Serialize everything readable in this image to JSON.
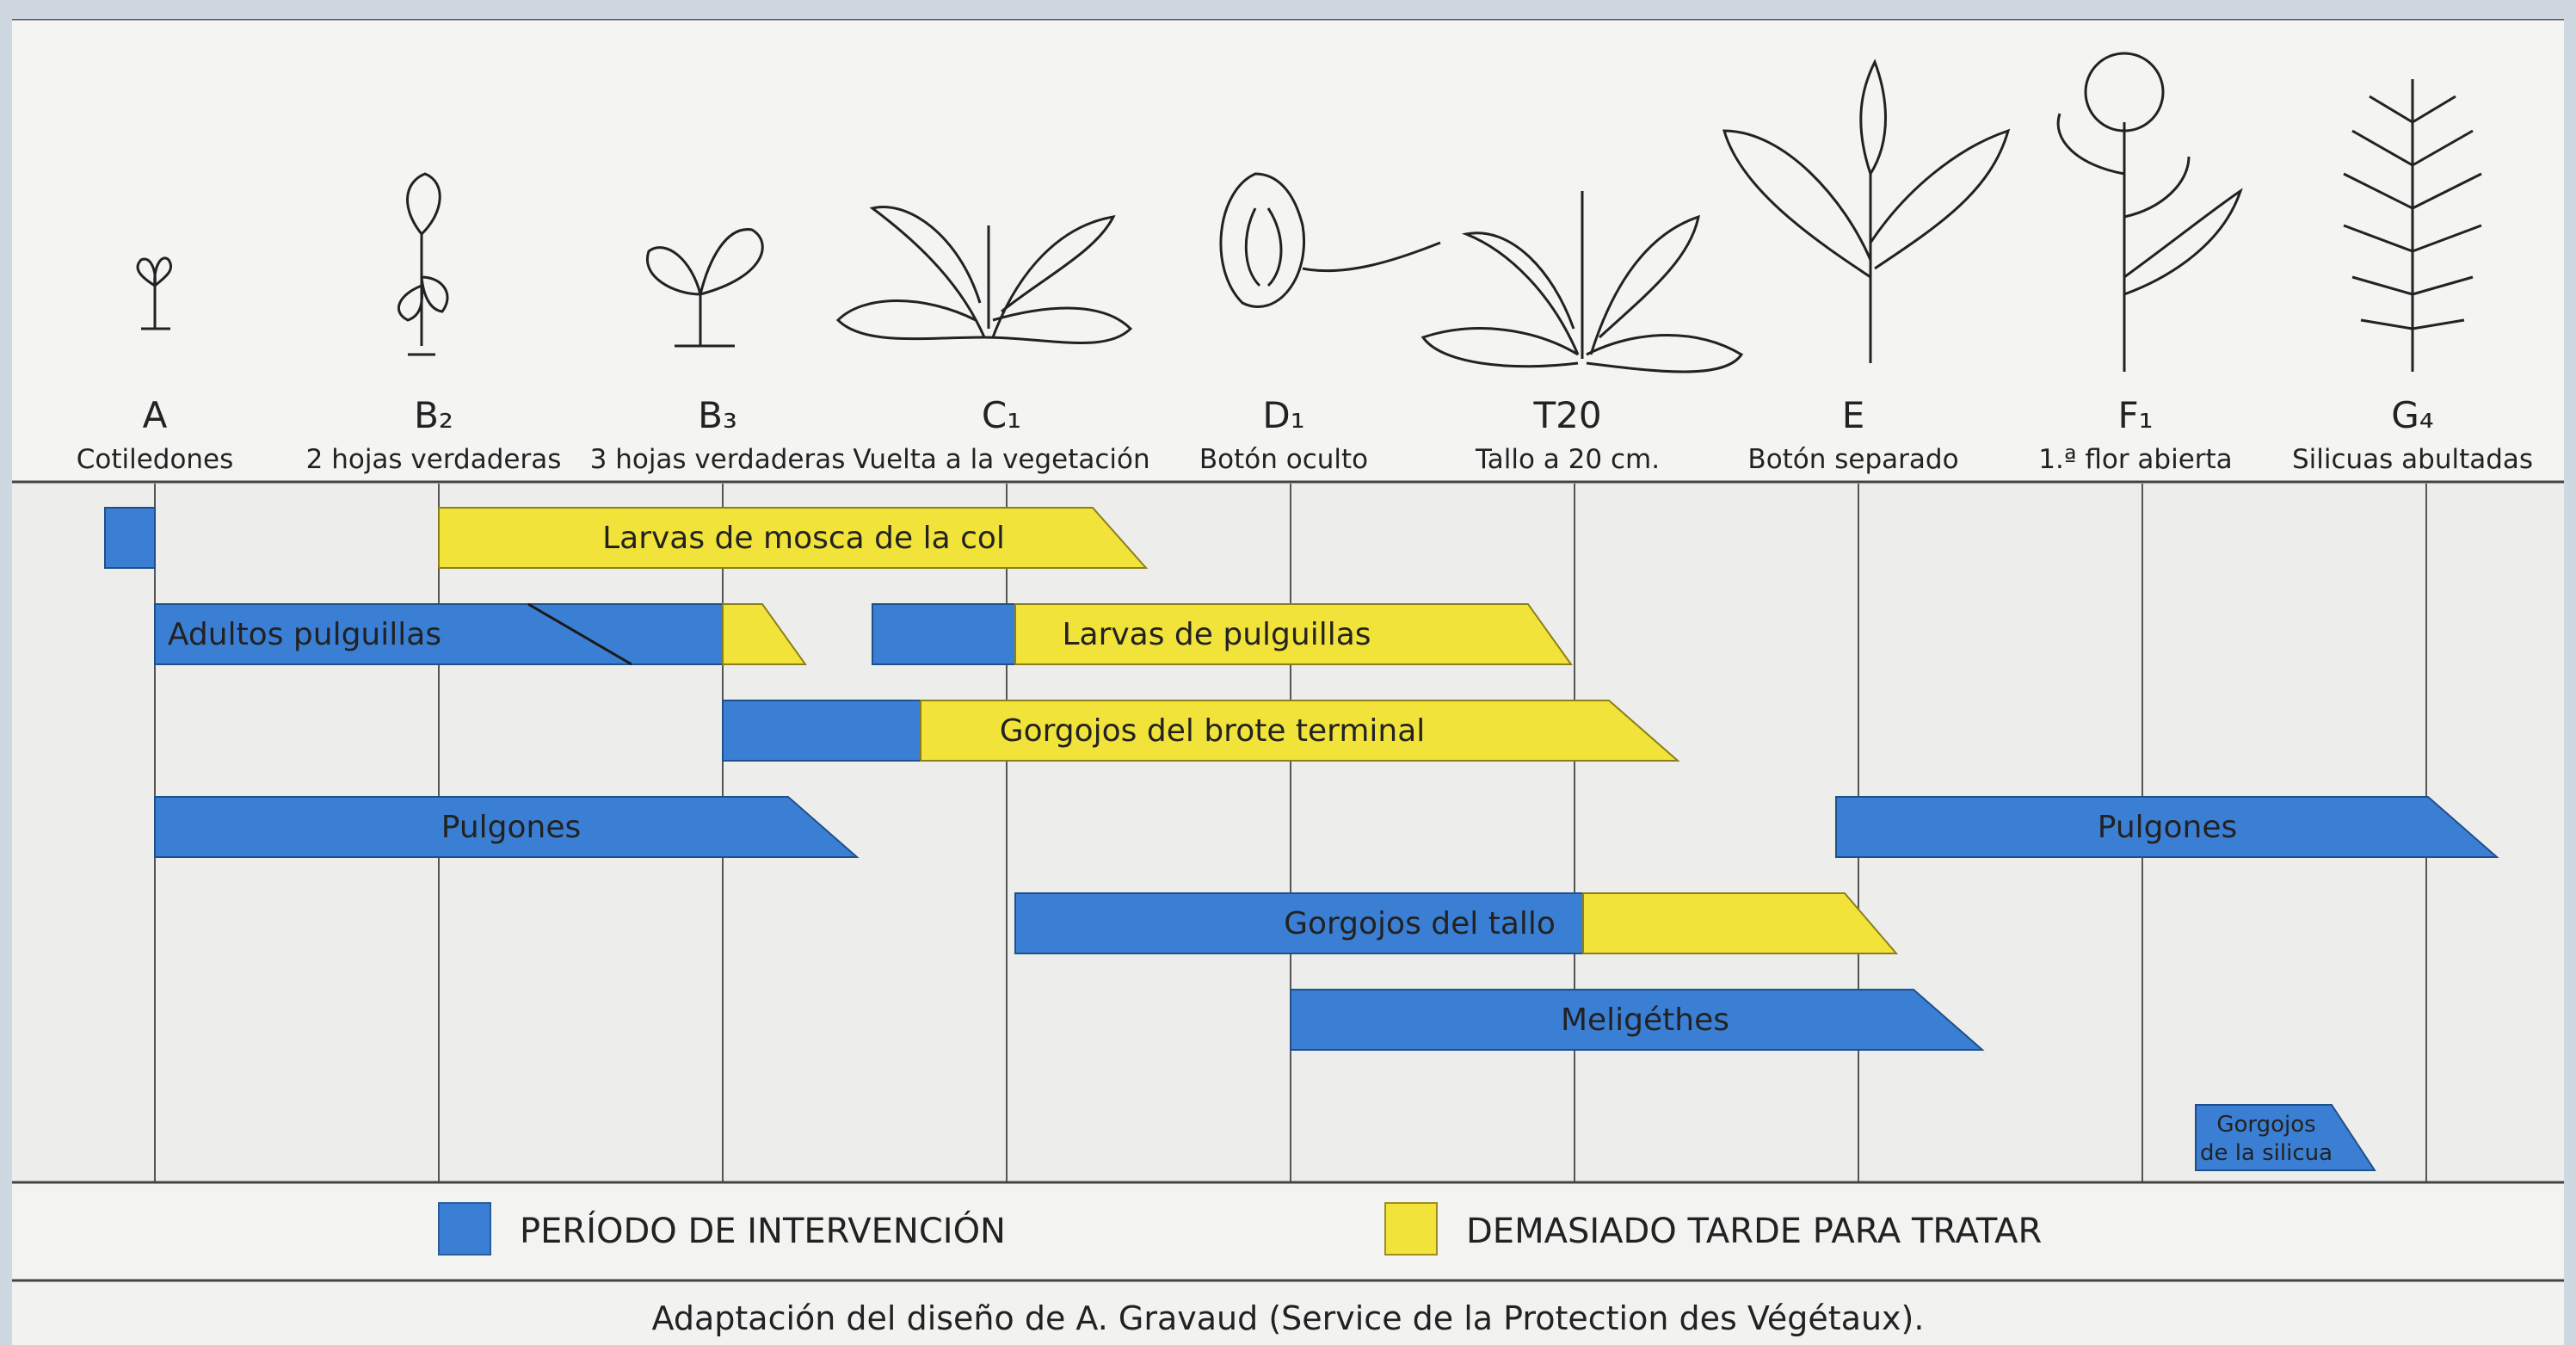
{
  "colors": {
    "intervention": "#3b7fd4",
    "too_late": "#f2e33a",
    "grid": "#555555",
    "text": "#222222"
  },
  "stages": [
    {
      "code": "A",
      "desc": "Cotiledones"
    },
    {
      "code": "B₂",
      "desc": "2 hojas verdaderas"
    },
    {
      "code": "B₃",
      "desc": "3 hojas verdaderas"
    },
    {
      "code": "C₁",
      "desc": "Vuelta a la vegetación"
    },
    {
      "code": "D₁",
      "desc": "Botón oculto"
    },
    {
      "code": "T20",
      "desc": "Tallo a 20 cm."
    },
    {
      "code": "E",
      "desc": "Botón separado"
    },
    {
      "code": "F₁",
      "desc": "1.ª flor abierta"
    },
    {
      "code": "G₄",
      "desc": "Silicuas abultadas"
    }
  ],
  "pests": [
    {
      "label": "Larvas de mosca de la col"
    },
    {
      "label": "Adultos pulguillas"
    },
    {
      "label": "Larvas de pulguillas"
    },
    {
      "label": "Gorgojos del brote terminal"
    },
    {
      "label": "Pulgones"
    },
    {
      "label": "Pulgones"
    },
    {
      "label": "Gorgojos del tallo"
    },
    {
      "label": "Meligéthes"
    },
    {
      "label": "Gorgojos de la silicua"
    }
  ],
  "legend": {
    "intervention": "PERÍODO DE INTERVENCIÓN",
    "too_late": "DEMASIADO TARDE PARA TRATAR"
  },
  "footer": "Adaptación del diseño de A. Gravaud (Service de la Protection des Végétaux)."
}
